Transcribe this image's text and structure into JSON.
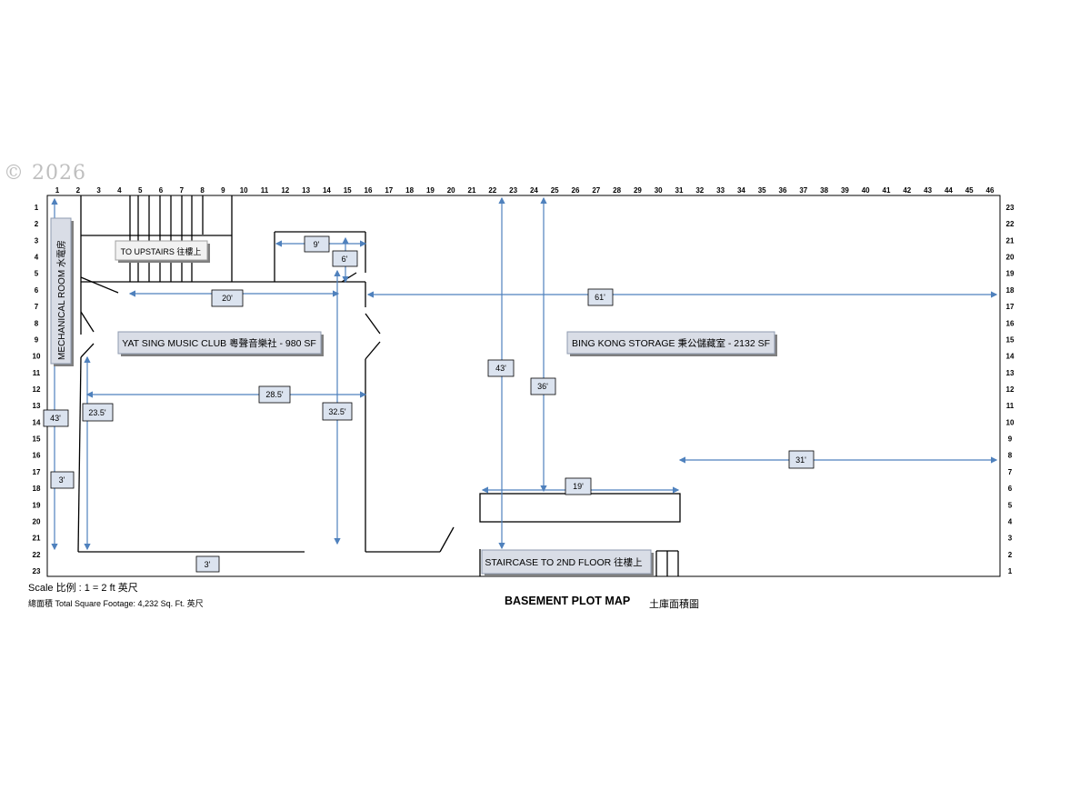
{
  "watermark": "© 2026",
  "grid": {
    "col_labels": [
      "1",
      "2",
      "3",
      "4",
      "5",
      "6",
      "7",
      "8",
      "9",
      "10",
      "11",
      "12",
      "13",
      "14",
      "15",
      "16",
      "17",
      "18",
      "19",
      "20",
      "21",
      "22",
      "23",
      "24",
      "25",
      "26",
      "27",
      "28",
      "29",
      "30",
      "31",
      "32",
      "33",
      "34",
      "35",
      "36",
      "37",
      "38",
      "39",
      "40",
      "41",
      "42",
      "43",
      "44",
      "45",
      "46"
    ],
    "row_labels_left": [
      "1",
      "2",
      "3",
      "4",
      "5",
      "6",
      "7",
      "8",
      "9",
      "10",
      "11",
      "12",
      "13",
      "14",
      "15",
      "16",
      "17",
      "18",
      "19",
      "20",
      "21",
      "22",
      "23"
    ],
    "row_labels_right": [
      "23",
      "22",
      "21",
      "20",
      "19",
      "18",
      "17",
      "16",
      "15",
      "14",
      "13",
      "12",
      "11",
      "10",
      "9",
      "8",
      "7",
      "6",
      "5",
      "4",
      "3",
      "2",
      "1"
    ]
  },
  "rooms": {
    "mechanical": "MECHANICAL ROOM 水電房",
    "to_upstairs": "TO UPSTAIRS 往樓上",
    "music_club": "YAT SING MUSIC CLUB 粵聲音樂社 - 980 SF",
    "storage": "BING KONG STORAGE 秉公儲藏室 - 2132 SF",
    "staircase": "STAIRCASE TO 2ND FLOOR 往樓上"
  },
  "dimensions": {
    "d9": "9'",
    "d6": "6'",
    "d20": "20'",
    "d61": "61'",
    "d28_5": "28.5'",
    "d43_left": "43'",
    "d23_5": "23.5'",
    "d32_5": "32.5'",
    "d3_left": "3'",
    "d3_bottom": "3'",
    "d43_mid": "43'",
    "d36": "36'",
    "d31": "31'",
    "d19": "19'"
  },
  "footer": {
    "scale": "Scale 比例 : 1 = 2 ft 英尺",
    "total": "總面積 Total Square Footage: 4,232 Sq. Ft. 英尺",
    "title": "BASEMENT PLOT MAP",
    "title_zh": "土庫面積圖"
  },
  "colors": {
    "arrow": "#4f81bd",
    "label_fill": "#dbe3ef",
    "room_label_fill": "#d9dde6",
    "room_label_shadow": "#7f7f7f"
  }
}
